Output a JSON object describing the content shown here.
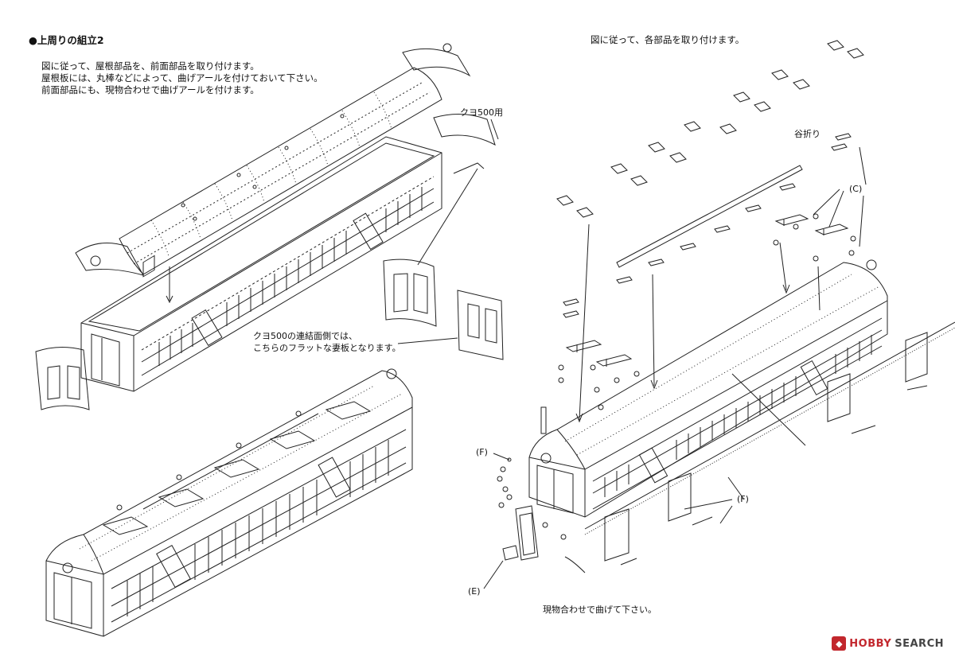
{
  "heading": "●上周りの組立2",
  "intro_lines": [
    "図に従って、屋根部品を、前面部品を取り付けます。",
    "屋根板には、丸棒などによって、曲げアールを付けておいて下さい。",
    "前面部品にも、現物合わせで曲げアールを付けます。"
  ],
  "right_instruction": "図に従って、各部品を取り付けます。",
  "callouts": {
    "kuyo500": "クヨ500用",
    "flat_end_line1": "クヨ500の連結面側では、",
    "flat_end_line2": "こちらのフラットな妻板となります。",
    "valley_fold": "谷折り",
    "label_c": "(C)",
    "label_f1": "(F)",
    "label_f2": "(F)",
    "label_e": "(E)",
    "bend_note": "現物合わせで曲げて下さい。"
  },
  "watermark": {
    "hobby": "HOBBY",
    "search": "SEARCH",
    "icon": "hobby-search-logo"
  },
  "colors": {
    "line": "#222222",
    "watermark_red": "#c2272d"
  }
}
